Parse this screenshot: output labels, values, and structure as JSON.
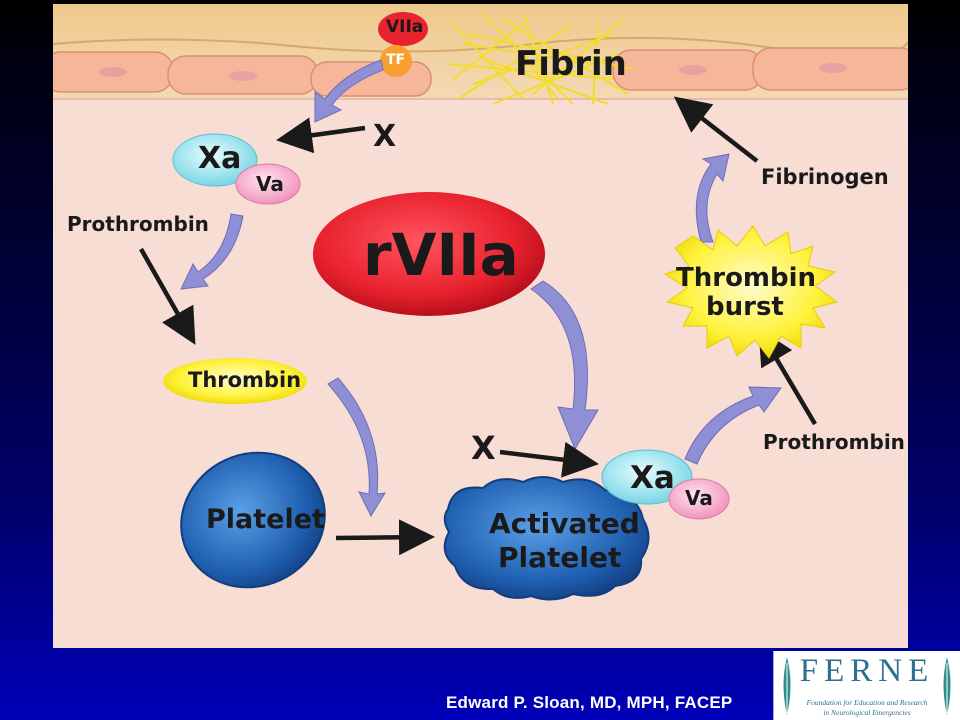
{
  "diagram": {
    "fibrin": "Fibrin",
    "viia_top": "VIIa",
    "tf": "TF",
    "x_top": "X",
    "xa_left": "Xa",
    "va_left": "Va",
    "prothrombin_left": "Prothrombin",
    "rviia": "rVIIa",
    "thrombin": "Thrombin",
    "platelet": "Platelet",
    "activated_platelet_line1": "Activated",
    "activated_platelet_line2": "Platelet",
    "x_bottom": "X",
    "xa_right": "Xa",
    "va_right": "Va",
    "prothrombin_right": "Prothrombin",
    "thrombin_burst_line1": "Thrombin",
    "thrombin_burst_line2": "burst",
    "fibrinogen": "Fibrinogen"
  },
  "footer": {
    "credit": "Edward P. Sloan, MD, MPH, FACEP",
    "logo_text": "FERNE",
    "logo_sub1": "Foundation for Education and Research",
    "logo_sub2": "in Neurological Emergencies"
  },
  "colors": {
    "background_top": "#000000",
    "background_bottom": "#0000b8",
    "rviia_red": "#e8222e",
    "thrombin_yellow": "#fff23a",
    "platelet_blue": "#1f5fb0",
    "xa_cyan": "#8fe3ee",
    "va_pink": "#f7a8c8",
    "arrow_lavender": "#8f8fd6"
  }
}
